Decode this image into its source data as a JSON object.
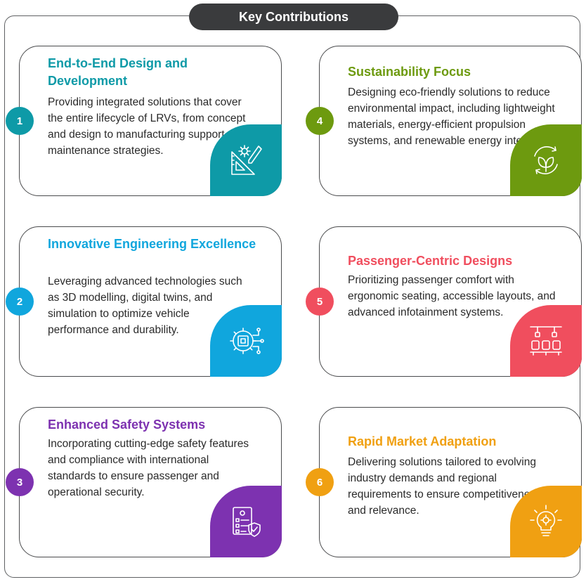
{
  "header": {
    "title": "Key Contributions"
  },
  "colors": {
    "teal": "#0e9aa7",
    "green": "#6d9a0f",
    "blue": "#10a6dd",
    "red": "#f04e5e",
    "purple": "#7d32b0",
    "orange": "#f0a012"
  },
  "cards": [
    {
      "number": "1",
      "title": "End-to-End Design and Development",
      "description": "Providing integrated solutions that cover the entire lifecycle of LRVs, from concept and design to manufacturing support and maintenance strategies.",
      "icon": "design-tools-icon",
      "color": "#0e9aa7"
    },
    {
      "number": "2",
      "title": "Innovative Engineering Excellence",
      "description": "Leveraging advanced technologies such as 3D modelling, digital twins, and simulation to optimize vehicle performance and durability.",
      "icon": "chip-gear-icon",
      "color": "#10a6dd"
    },
    {
      "number": "3",
      "title": "Enhanced Safety Systems",
      "description": "Incorporating cutting-edge safety features and compliance with international standards to ensure passenger and operational security.",
      "icon": "checklist-shield-icon",
      "color": "#7d32b0"
    },
    {
      "number": "4",
      "title": "Sustainability Focus",
      "description": "Designing eco-friendly solutions to reduce environmental impact, including lightweight materials, energy-efficient propulsion systems, and renewable energy integration.",
      "icon": "leaf-cycle-icon",
      "color": "#6d9a0f"
    },
    {
      "number": "5",
      "title": "Passenger-Centric Designs",
      "description": "Prioritizing passenger comfort with ergonomic seating, accessible layouts, and advanced infotainment systems.",
      "icon": "seats-icon",
      "color": "#f04e5e"
    },
    {
      "number": "6",
      "title": "Rapid Market Adaptation",
      "description": "Delivering solutions tailored to evolving industry demands and regional requirements to ensure competitiveness and relevance.",
      "icon": "lightbulb-gear-icon",
      "color": "#f0a012"
    }
  ]
}
